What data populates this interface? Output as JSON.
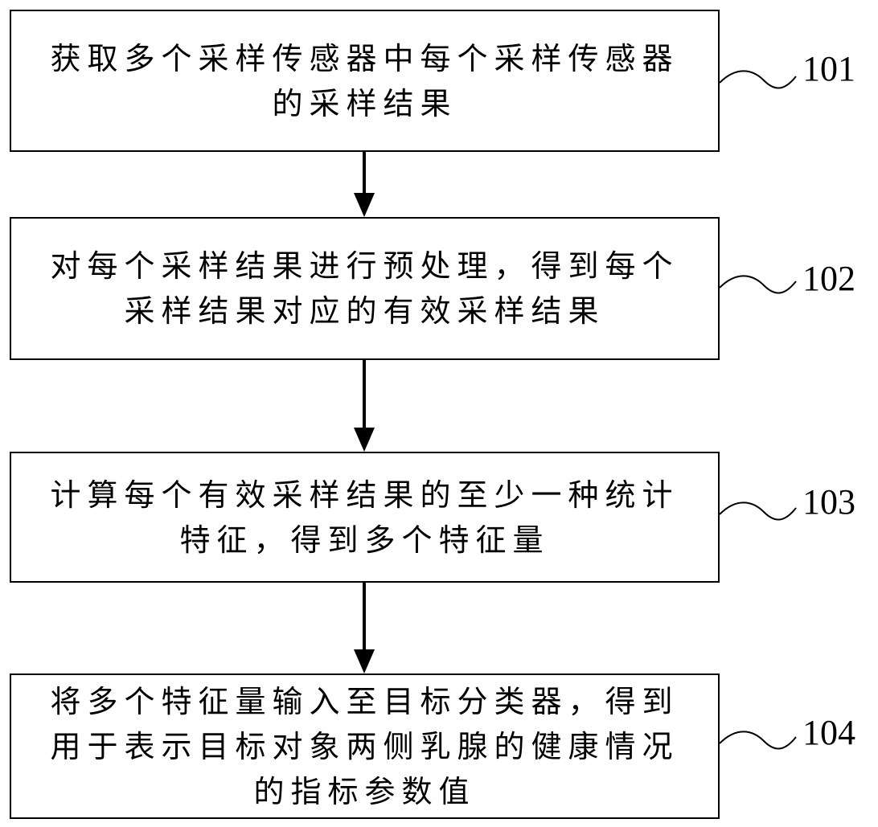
{
  "steps": [
    {
      "number": "101",
      "text": "获取多个采样传感器中每个采样传感器\n的采样结果"
    },
    {
      "number": "102",
      "text": "对每个采样结果进行预处理，得到每个\n采样结果对应的有效采样结果"
    },
    {
      "number": "103",
      "text": "计算每个有效采样结果的至少一种统计\n特征，得到多个特征量"
    },
    {
      "number": "104",
      "text": "将多个特征量输入至目标分类器，得到\n用于表示目标对象两侧乳腺的健康情况\n的指标参数值"
    }
  ]
}
